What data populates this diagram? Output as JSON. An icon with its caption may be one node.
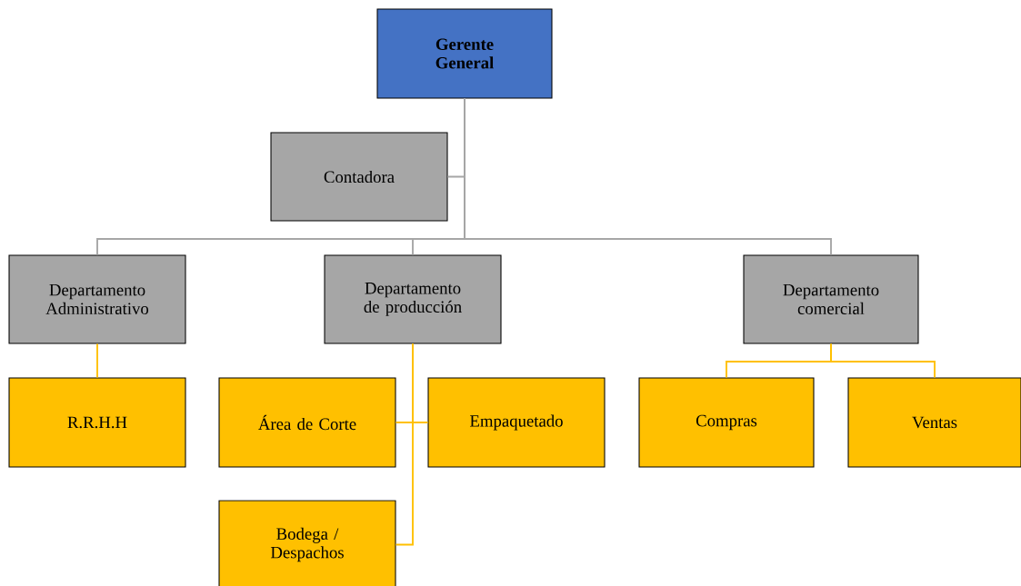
{
  "diagram": {
    "nodes": [
      {
        "text": [
          "Gerente General"
        ]
      },
      {
        "text": [
          "Contadora"
        ]
      },
      {
        "text": [
          "Departamento Administrativo"
        ]
      },
      {
        "text": [
          "Departamento de producción"
        ]
      },
      {
        "text": [
          "Departamento comercial"
        ]
      },
      {
        "text": [
          "R.R.H.H"
        ]
      },
      {
        "text": [
          "Área de Corte"
        ]
      },
      {
        "text": [
          "Empaquetado"
        ]
      },
      {
        "text": [
          "Bodega / Despachos"
        ]
      },
      {
        "text": [
          "Compras"
        ]
      },
      {
        "text": [
          "Ventas"
        ]
      }
    ],
    "edges": [
      {
        "from": 0,
        "to": 1,
        "arrow": "none",
        "color": "#a6a6a6"
      },
      {
        "from": 0,
        "to": 2,
        "arrow": "none",
        "color": "#a6a6a6"
      },
      {
        "from": 0,
        "to": 3,
        "arrow": "none",
        "color": "#a6a6a6"
      },
      {
        "from": 0,
        "to": 4,
        "arrow": "none",
        "color": "#a6a6a6"
      },
      {
        "from": 2,
        "to": 5,
        "arrow": "none"
      },
      {
        "from": 3,
        "to": 6,
        "arrow": "none"
      },
      {
        "from": 3,
        "to": 7,
        "arrow": "none"
      },
      {
        "from": 3,
        "to": 8,
        "arrow": "none"
      },
      {
        "from": 4,
        "to": 9,
        "arrow": "none"
      },
      {
        "from": 4,
        "to": 10,
        "arrow": "none"
      }
    ]
  }
}
